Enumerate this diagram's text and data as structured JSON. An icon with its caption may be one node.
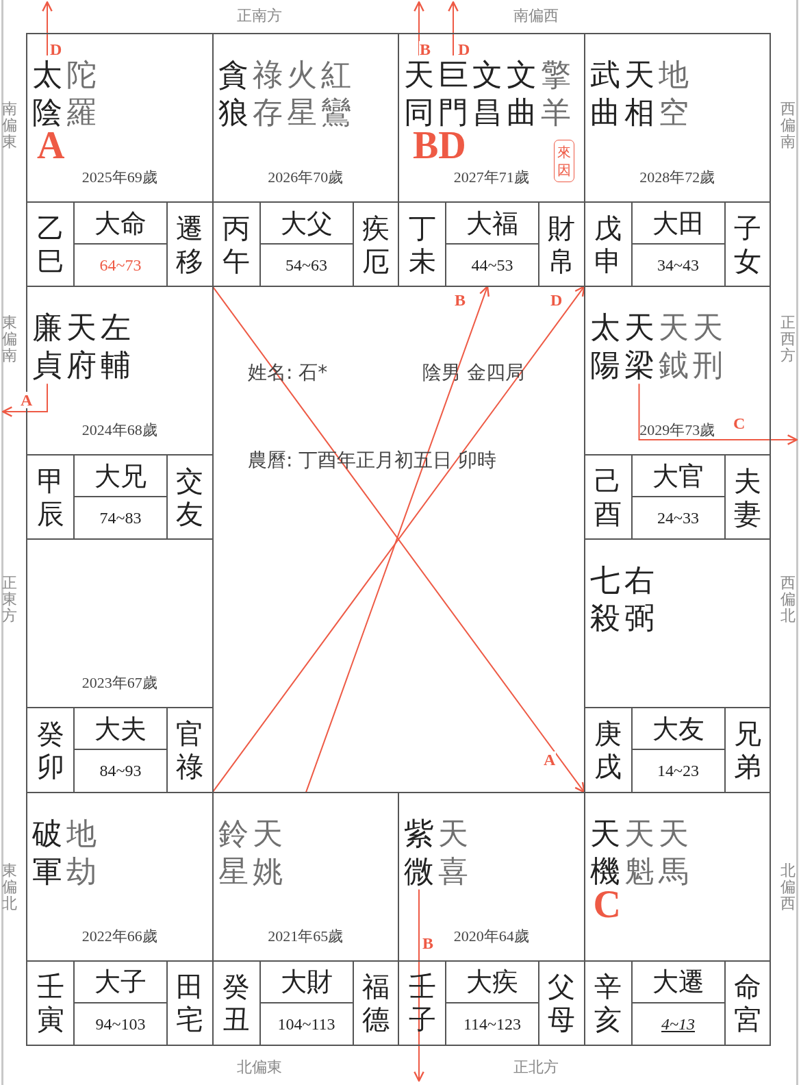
{
  "diagram": {
    "nodes": [
      {
        "text": [
          "陀羅",
          "A",
          "2025年69歲"
        ]
      },
      {
        "text": [
          "太陰"
        ],
        "in": 0
      },
      {
        "text": [
          "乙巳"
        ],
        "in": 0
      },
      {
        "text": [
          "大命"
        ],
        "in": 0
      },
      {
        "text": [
          "64~73"
        ],
        "in": 0
      },
      {
        "text": [
          "遷移"
        ],
        "in": 0
      },
      {
        "text": [
          "貪狼",
          "祿存",
          "火星",
          "紅鸞",
          "2026年70歲"
        ]
      },
      {
        "text": [
          "丙午"
        ],
        "in": 6
      },
      {
        "text": [
          "大父"
        ],
        "in": 6
      },
      {
        "text": [
          "54~63"
        ],
        "in": 6
      },
      {
        "text": [
          "疾厄"
        ],
        "in": 6
      },
      {
        "text": [
          "文昌",
          "文曲",
          "擎羊",
          "BD",
          "2027年71歲"
        ]
      },
      {
        "text": [
          "天同"
        ],
        "in": 11
      },
      {
        "text": [
          "巨門"
        ],
        "in": 11
      },
      {
        "text": [
          "來因"
        ],
        "in": 11
      },
      {
        "text": [
          "丁未"
        ],
        "in": 11
      },
      {
        "text": [
          "大福"
        ],
        "in": 11
      },
      {
        "text": [
          "44~53"
        ],
        "in": 11
      },
      {
        "text": [
          "財帛"
        ],
        "in": 11
      },
      {
        "text": [
          "武曲",
          "天相",
          "地空",
          "2028年72歲"
        ]
      },
      {
        "text": [
          "戊申"
        ],
        "in": 19
      },
      {
        "text": [
          "大田"
        ],
        "in": 19
      },
      {
        "text": [
          "34~43"
        ],
        "in": 19
      },
      {
        "text": [
          "子女"
        ],
        "in": 19
      },
      {
        "text": [
          "天府",
          "左輔",
          "2024年68歲"
        ]
      },
      {
        "text": [
          "廉貞"
        ],
        "in": 24
      },
      {
        "text": [
          "甲辰"
        ],
        "in": 24
      },
      {
        "text": [
          "大兄"
        ],
        "in": 24
      },
      {
        "text": [
          "74~83"
        ],
        "in": 24
      },
      {
        "text": [
          "交友"
        ],
        "in": 24
      },
      {
        "text": [
          "太陽",
          "天鉞",
          "天刑",
          "2029年73歲"
        ]
      },
      {
        "text": [
          "天梁"
        ],
        "in": 30
      },
      {
        "text": [
          "己酉"
        ],
        "in": 30
      },
      {
        "text": [
          "大官"
        ],
        "in": 30
      },
      {
        "text": [
          "24~33"
        ],
        "in": 30
      },
      {
        "text": [
          "夫妻"
        ],
        "in": 30
      },
      {
        "text": [
          "2023年67歲"
        ]
      },
      {
        "text": [
          "癸卯"
        ],
        "in": 36
      },
      {
        "text": [
          "大夫"
        ],
        "in": 36
      },
      {
        "text": [
          "84~93"
        ],
        "in": 36
      },
      {
        "text": [
          "官祿"
        ],
        "in": 36
      },
      {
        "text": [
          "七殺",
          "右弼"
        ]
      },
      {
        "text": [
          "庚戌"
        ],
        "in": 41
      },
      {
        "text": [
          "大友"
        ],
        "in": 41
      },
      {
        "text": [
          "14~23"
        ],
        "in": 41
      },
      {
        "text": [
          "兄弟"
        ],
        "in": 41
      },
      {
        "text": [
          "破軍",
          "地劫",
          "2022年66歲"
        ]
      },
      {
        "text": [
          "壬寅"
        ],
        "in": 46
      },
      {
        "text": [
          "大子"
        ],
        "in": 46
      },
      {
        "text": [
          "94~103"
        ],
        "in": 46
      },
      {
        "text": [
          "田宅"
        ],
        "in": 46
      },
      {
        "text": [
          "鈴星",
          "天姚",
          "2021年65歲"
        ]
      },
      {
        "text": [
          "癸丑"
        ],
        "in": 51
      },
      {
        "text": [
          "大財"
        ],
        "in": 51
      },
      {
        "text": [
          "104~113"
        ],
        "in": 51
      },
      {
        "text": [
          "福德"
        ],
        "in": 51
      },
      {
        "text": [
          "天喜",
          "2020年64歲"
        ]
      },
      {
        "text": [
          "紫微"
        ],
        "in": 56
      },
      {
        "text": [
          "壬子"
        ],
        "in": 56
      },
      {
        "text": [
          "大疾"
        ],
        "in": 56
      },
      {
        "text": [
          "114~123"
        ],
        "in": 56
      },
      {
        "text": [
          "父母"
        ],
        "in": 56
      },
      {
        "text": [
          "天機",
          "天魁",
          "天馬",
          "C"
        ]
      },
      {
        "text": [
          "辛亥"
        ],
        "in": 62
      },
      {
        "text": [
          "大遷"
        ],
        "in": 62
      },
      {
        "text": [
          "4~13"
        ],
        "in": 62
      },
      {
        "text": [
          "命宮"
        ],
        "in": 62
      }
    ],
    "edges": [
      {
        "from": 1,
        "to": null,
        "arrow": "to",
        "label": "D"
      },
      {
        "from": 12,
        "to": null,
        "arrow": "to",
        "label": "B"
      },
      {
        "from": 13,
        "to": null,
        "arrow": "to",
        "label": "D"
      },
      {
        "from": 25,
        "to": null,
        "arrow": "to",
        "label": "A"
      },
      {
        "from": 0,
        "to": 62,
        "arrow": "to",
        "label": "A"
      },
      {
        "from": 51,
        "to": 11,
        "arrow": "to",
        "label": "B"
      },
      {
        "from": 46,
        "to": 19,
        "arrow": "to",
        "label": "D"
      },
      {
        "from": 31,
        "to": null,
        "arrow": "to",
        "label": "C"
      },
      {
        "from": 57,
        "to": null,
        "arrow": "to",
        "label": "B"
      }
    ],
    "labels": [
      "正南方",
      "南偏西",
      "南偏東",
      "西偏南",
      "東偏南",
      "正西方",
      "姓名: 石*",
      "陰男 金四局",
      "農曆: 丁酉年正月初五日 卯時",
      "正東方",
      "西偏北",
      "東偏北",
      "北偏西",
      "北偏東",
      "正北方"
    ]
  }
}
